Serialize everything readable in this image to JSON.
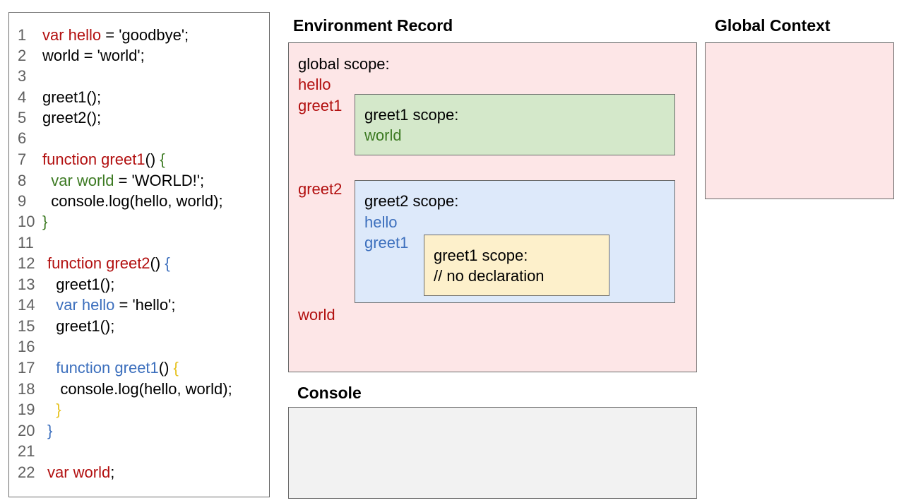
{
  "code": {
    "lines": [
      {
        "num": "1",
        "segments": [
          {
            "text": "var hello",
            "color": "red"
          },
          {
            "text": " = 'goodbye';",
            "color": "black"
          }
        ]
      },
      {
        "num": "2",
        "segments": [
          {
            "text": "world = 'world';",
            "color": "black"
          }
        ]
      },
      {
        "num": "3",
        "segments": []
      },
      {
        "num": "4",
        "segments": [
          {
            "text": "greet1();",
            "color": "black"
          }
        ]
      },
      {
        "num": "5",
        "segments": [
          {
            "text": "greet2();",
            "color": "black"
          }
        ]
      },
      {
        "num": "6",
        "segments": []
      },
      {
        "num": "7",
        "segments": [
          {
            "text": "function greet1",
            "color": "red"
          },
          {
            "text": "() ",
            "color": "black"
          },
          {
            "text": "{",
            "color": "green"
          }
        ]
      },
      {
        "num": "8",
        "segments": [
          {
            "text": "  var world",
            "color": "green"
          },
          {
            "text": " = 'WORLD!';",
            "color": "black"
          }
        ]
      },
      {
        "num": "9",
        "segments": [
          {
            "text": "  console.log(hello, world);",
            "color": "black"
          }
        ]
      },
      {
        "num": "10",
        "segments": [
          {
            "text": "}",
            "color": "green"
          }
        ]
      },
      {
        "num": "11",
        "segments": []
      },
      {
        "num": "12",
        "segments": [
          {
            "text": "function greet2",
            "color": "red"
          },
          {
            "text": "() ",
            "color": "black"
          },
          {
            "text": "{",
            "color": "blue"
          }
        ]
      },
      {
        "num": "13",
        "segments": [
          {
            "text": "  greet1();",
            "color": "black"
          }
        ]
      },
      {
        "num": "14",
        "segments": [
          {
            "text": "  var hello",
            "color": "blue"
          },
          {
            "text": " = 'hello';",
            "color": "black"
          }
        ]
      },
      {
        "num": "15",
        "segments": [
          {
            "text": "  greet1();",
            "color": "black"
          }
        ]
      },
      {
        "num": "16",
        "segments": []
      },
      {
        "num": "17",
        "segments": [
          {
            "text": "  function greet1",
            "color": "blue"
          },
          {
            "text": "() ",
            "color": "black"
          },
          {
            "text": "{",
            "color": "yellow"
          }
        ]
      },
      {
        "num": "18",
        "segments": [
          {
            "text": "   console.log(hello, world);",
            "color": "black"
          }
        ]
      },
      {
        "num": "19",
        "segments": [
          {
            "text": "  }",
            "color": "yellow"
          }
        ]
      },
      {
        "num": "20",
        "segments": [
          {
            "text": "}",
            "color": "blue"
          }
        ]
      },
      {
        "num": "21",
        "segments": []
      },
      {
        "num": "22",
        "segments": [
          {
            "text": "var world",
            "color": "red"
          },
          {
            "text": ";",
            "color": "black"
          }
        ]
      }
    ]
  },
  "headings": {
    "environment_record": "Environment Record",
    "global_context": "Global Context",
    "console": "Console"
  },
  "global_scope": {
    "title": "global scope:",
    "hello": "hello",
    "greet1": "greet1",
    "greet2": "greet2",
    "world": "world"
  },
  "greet1_scope": {
    "title": "greet1 scope:",
    "world": "world"
  },
  "greet2_scope": {
    "title": "greet2 scope:",
    "hello": "hello",
    "greet1": "greet1"
  },
  "inner_greet1_scope": {
    "title": "greet1 scope:",
    "note": "// no declaration"
  },
  "colors": {
    "red": "#b20f0f",
    "green": "#3c7a22",
    "blue": "#3c6fbd",
    "yellow": "#e6c21f",
    "pink_bg": "#fde6e7",
    "green_bg": "#d4e8ca",
    "blue_bg": "#dde9fa",
    "yellow_bg": "#fdf0cb",
    "console_bg": "#f2f2f2"
  }
}
